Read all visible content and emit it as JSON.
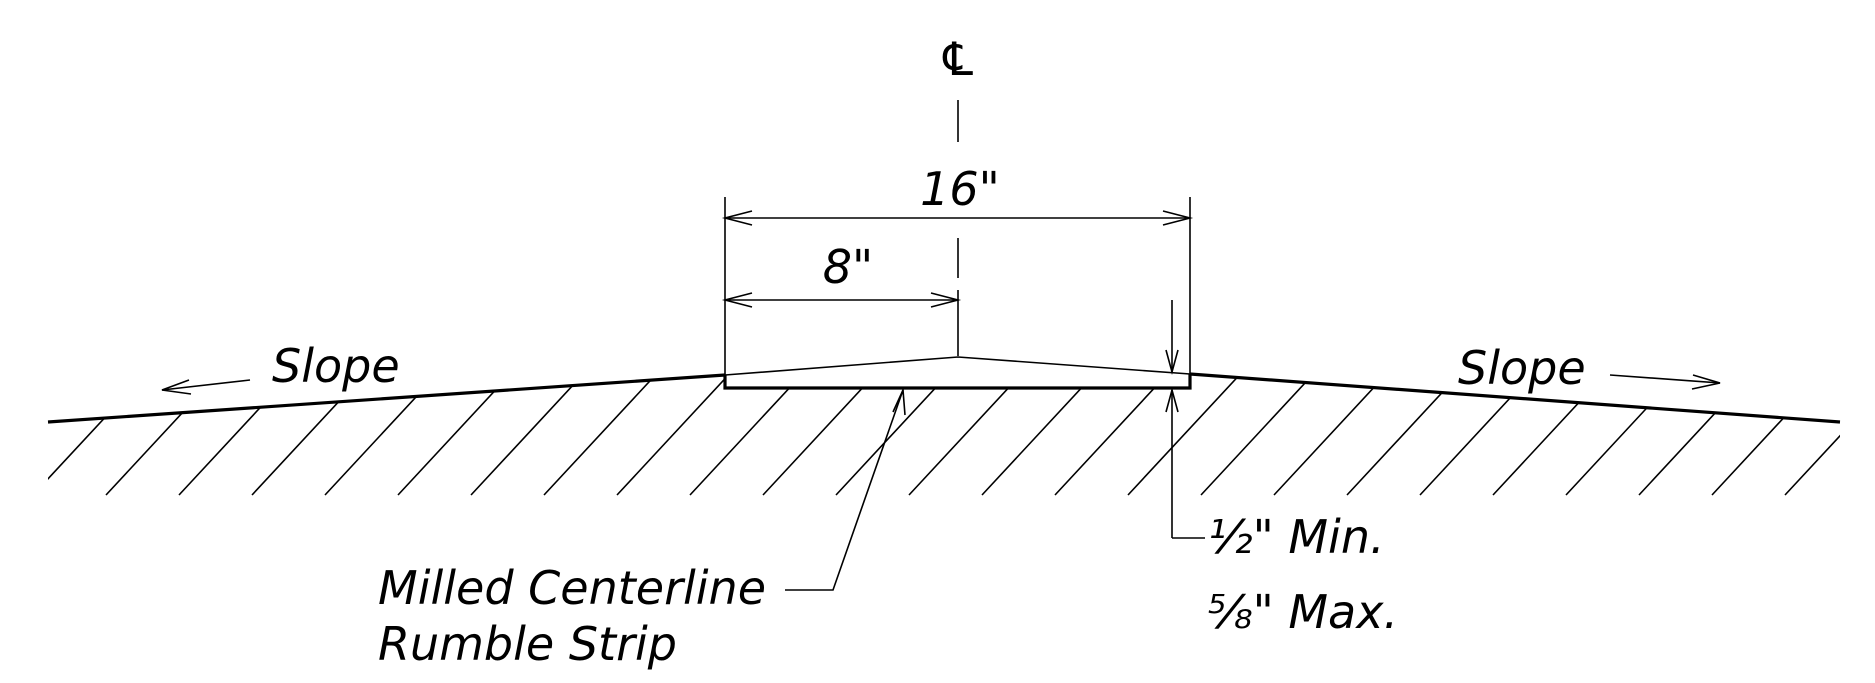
{
  "labels": {
    "centerline_symbol": "℄",
    "width_total": "16\"",
    "width_half": "8\"",
    "slope_left": "Slope",
    "slope_right": "Slope",
    "strip_name_line1": "Milled Centerline",
    "strip_name_line2": "Rumble Strip",
    "depth_min": "½\" Min.",
    "depth_max": "⅝\" Max."
  },
  "colors": {
    "ink": "#000000",
    "background": "#ffffff"
  }
}
